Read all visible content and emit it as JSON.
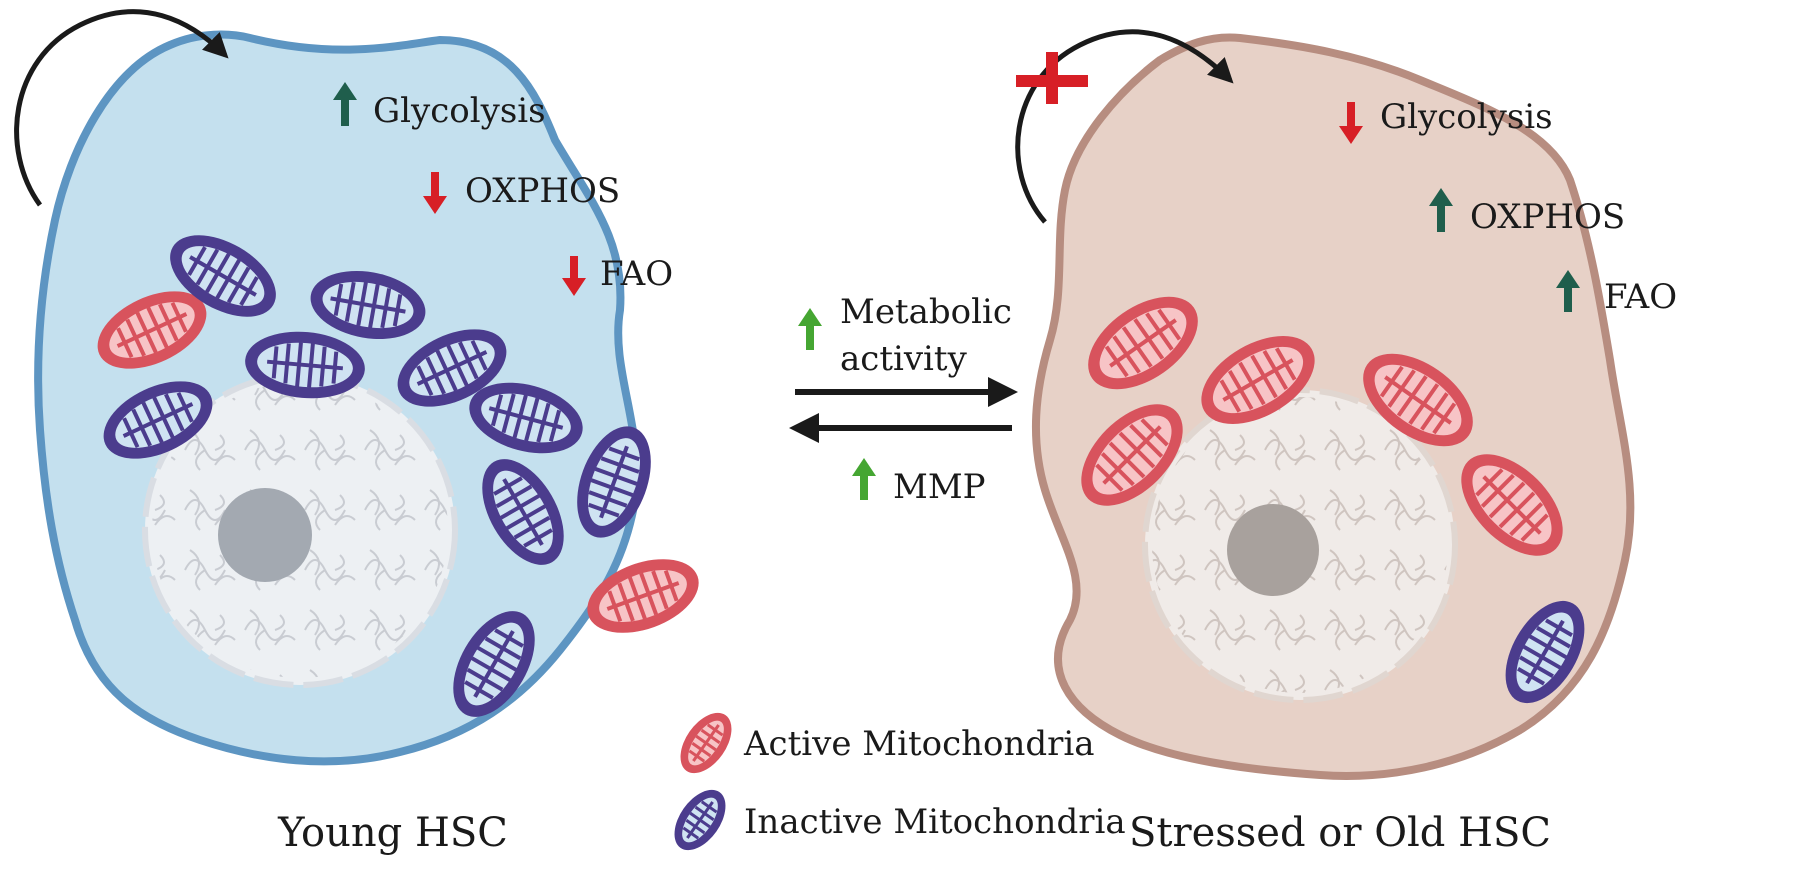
{
  "young_cell": {
    "title": "Young HSC",
    "metabolism": [
      {
        "label": "Glycolysis",
        "direction": "up"
      },
      {
        "label": "OXPHOS",
        "direction": "down"
      },
      {
        "label": "FAO",
        "direction": "down"
      }
    ],
    "self_renewal": "active"
  },
  "old_cell": {
    "title": "Stressed or Old HSC",
    "metabolism": [
      {
        "label": "Glycolysis",
        "direction": "down"
      },
      {
        "label": "OXPHOS",
        "direction": "up"
      },
      {
        "label": "FAO",
        "direction": "up"
      }
    ],
    "self_renewal": "blocked"
  },
  "transition": {
    "top_line1": "Metabolic",
    "top_line2": "activity",
    "bottom": "MMP"
  },
  "legend": {
    "active": "Active Mitochondria",
    "inactive": "Inactive Mitochondria"
  },
  "colors": {
    "young_fill": "#c4e0ee",
    "young_stroke": "#5d95c2",
    "old_fill": "#e7d1c7",
    "old_stroke": "#b78d80",
    "arrow_up_dark": "#1f5e4c",
    "arrow_up_light": "#45a632",
    "arrow_down": "#d71f26",
    "active_mito": "#d8535d",
    "inactive_mito": "#4b3c8d"
  }
}
